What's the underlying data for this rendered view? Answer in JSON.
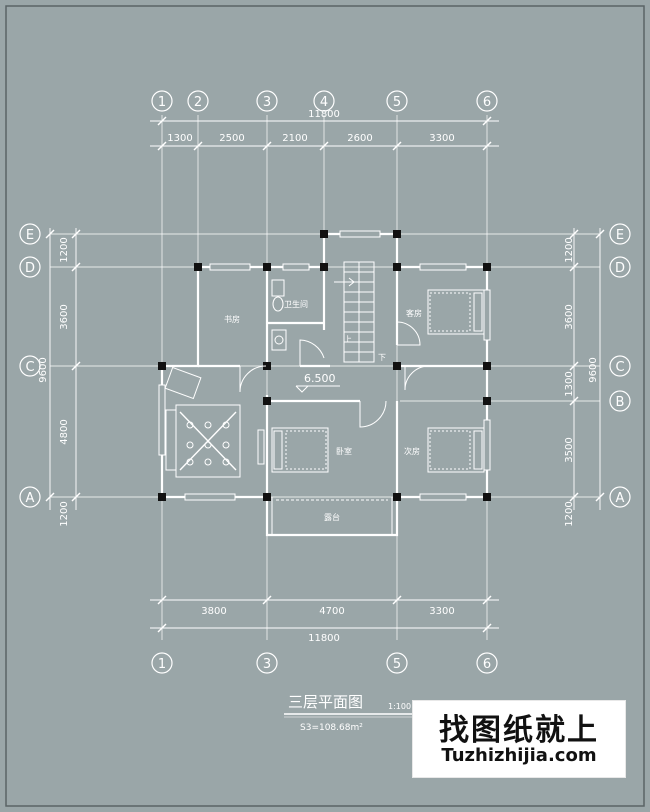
{
  "drawing": {
    "title": "三层平面图",
    "scale": "1:100",
    "area": "S3=108.68m²",
    "elevation": "6.500"
  },
  "top_axes": [
    "1",
    "2",
    "3",
    "4",
    "5",
    "6"
  ],
  "bottom_axes": [
    "1",
    "3",
    "5",
    "6"
  ],
  "left_axes": [
    "E",
    "D",
    "C",
    "A"
  ],
  "right_axes": [
    "E",
    "D",
    "C",
    "B",
    "A"
  ],
  "dims": {
    "top_total": "11800",
    "top_segments": [
      "1300",
      "2500",
      "2100",
      "2600",
      "3300"
    ],
    "bottom_segments": [
      "3800",
      "4700",
      "3300"
    ],
    "bottom_total": "11800",
    "left_segments": [
      "1200",
      "3600",
      "4800",
      "1200"
    ],
    "left_total": "9600",
    "right_segments": [
      "1200",
      "3600",
      "1300",
      "3500",
      "1200"
    ],
    "right_total": "9600"
  },
  "rooms": {
    "study": "书房",
    "bathroom": "卫生间",
    "guest_room": "客房",
    "bedroom": "卧室",
    "second_bedroom": "次房",
    "balcony": "露台",
    "stair_up": "上",
    "stair_down": "下"
  },
  "brand": {
    "cn": "找图纸就上",
    "en": "Tuzhizhijia.com"
  }
}
